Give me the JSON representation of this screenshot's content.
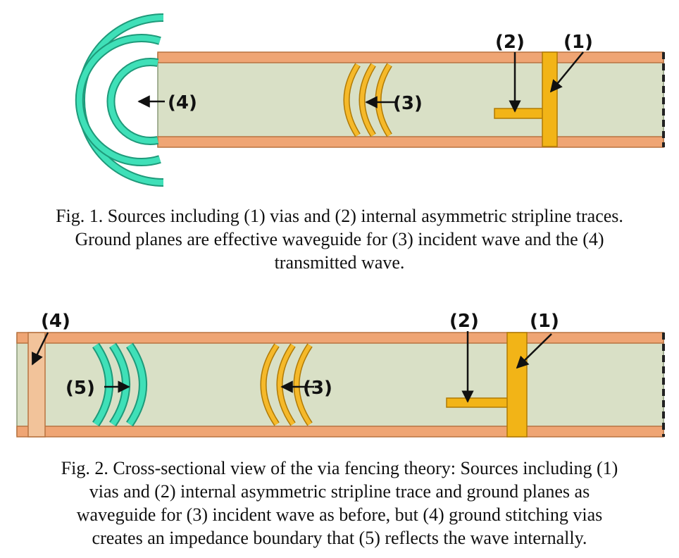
{
  "figure1": {
    "labels": {
      "via": "(1)",
      "trace": "(2)",
      "incident": "(3)",
      "transmitted": "(4)"
    },
    "caption": [
      "Fig. 1.  Sources including (1) vias and (2) internal asymmetric stripline traces.",
      "Ground planes are effective waveguide for (3) incident wave and the (4)",
      "transmitted wave."
    ]
  },
  "figure2": {
    "labels": {
      "stitching": "(4)",
      "trace": "(2)",
      "via": "(1)",
      "reflected": "(5)",
      "incident": "(3)"
    },
    "caption": [
      "Fig. 2.  Cross-sectional view of the via fencing theory: Sources including (1)",
      "vias and (2) internal asymmetric stripline trace and ground planes as",
      "waveguide for (3) incident wave as before, but (4) ground stitching vias",
      "creates an impedance boundary that (5) reflects the wave internally."
    ]
  },
  "colors": {
    "copper": "#EFA574",
    "copper_edge": "#B87340",
    "dielectric": "#D9E0C6",
    "dielectric_edge": "#8A9A78",
    "via": "#F2B417",
    "via_edge": "#B07A05",
    "wave_teal": "#3FE0B8",
    "wave_teal_edge": "#1E9A7A",
    "wave_gold": "#F5B92A",
    "wave_gold_edge": "#B07A05"
  }
}
